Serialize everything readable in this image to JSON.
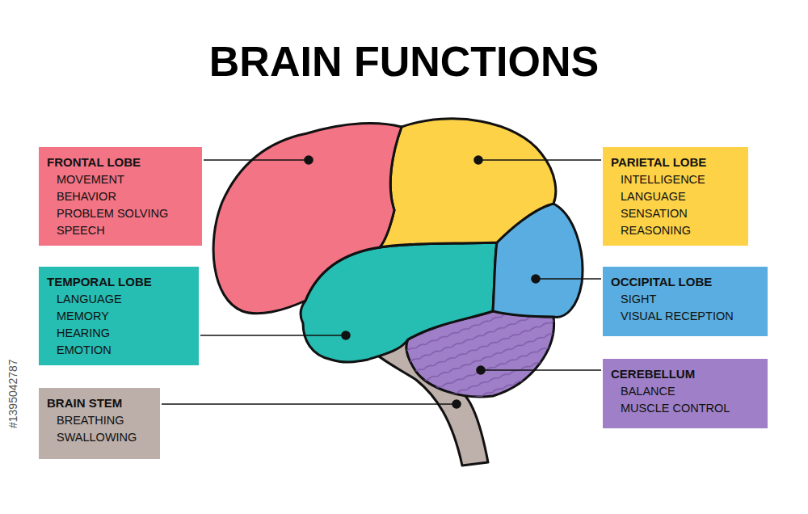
{
  "diagram": {
    "title": "BRAIN FUNCTIONS",
    "nodes": [
      {
        "text": [
          "FRONTAL LOBE",
          "MOVEMENT",
          "BEHAVIOR",
          "PROBLEM SOLVING",
          "SPEECH"
        ]
      },
      {
        "text": [
          "PARIETAL LOBE",
          "INTELLIGENCE",
          "LANGUAGE",
          "SENSATION",
          "REASONING"
        ]
      },
      {
        "text": [
          "TEMPORAL LOBE",
          "LANGUAGE",
          "MEMORY",
          "HEARING",
          "EMOTION"
        ]
      },
      {
        "text": [
          "OCCIPITAL LOBE",
          "SIGHT",
          "VISUAL RECEPTION"
        ]
      },
      {
        "text": [
          "CEREBELLUM",
          "BALANCE",
          "MUSCLE CONTROL"
        ]
      },
      {
        "text": [
          "BRAIN STEM",
          "BREATHING",
          "SWALLOWING"
        ]
      }
    ],
    "labels": [
      "#1395042787"
    ]
  }
}
